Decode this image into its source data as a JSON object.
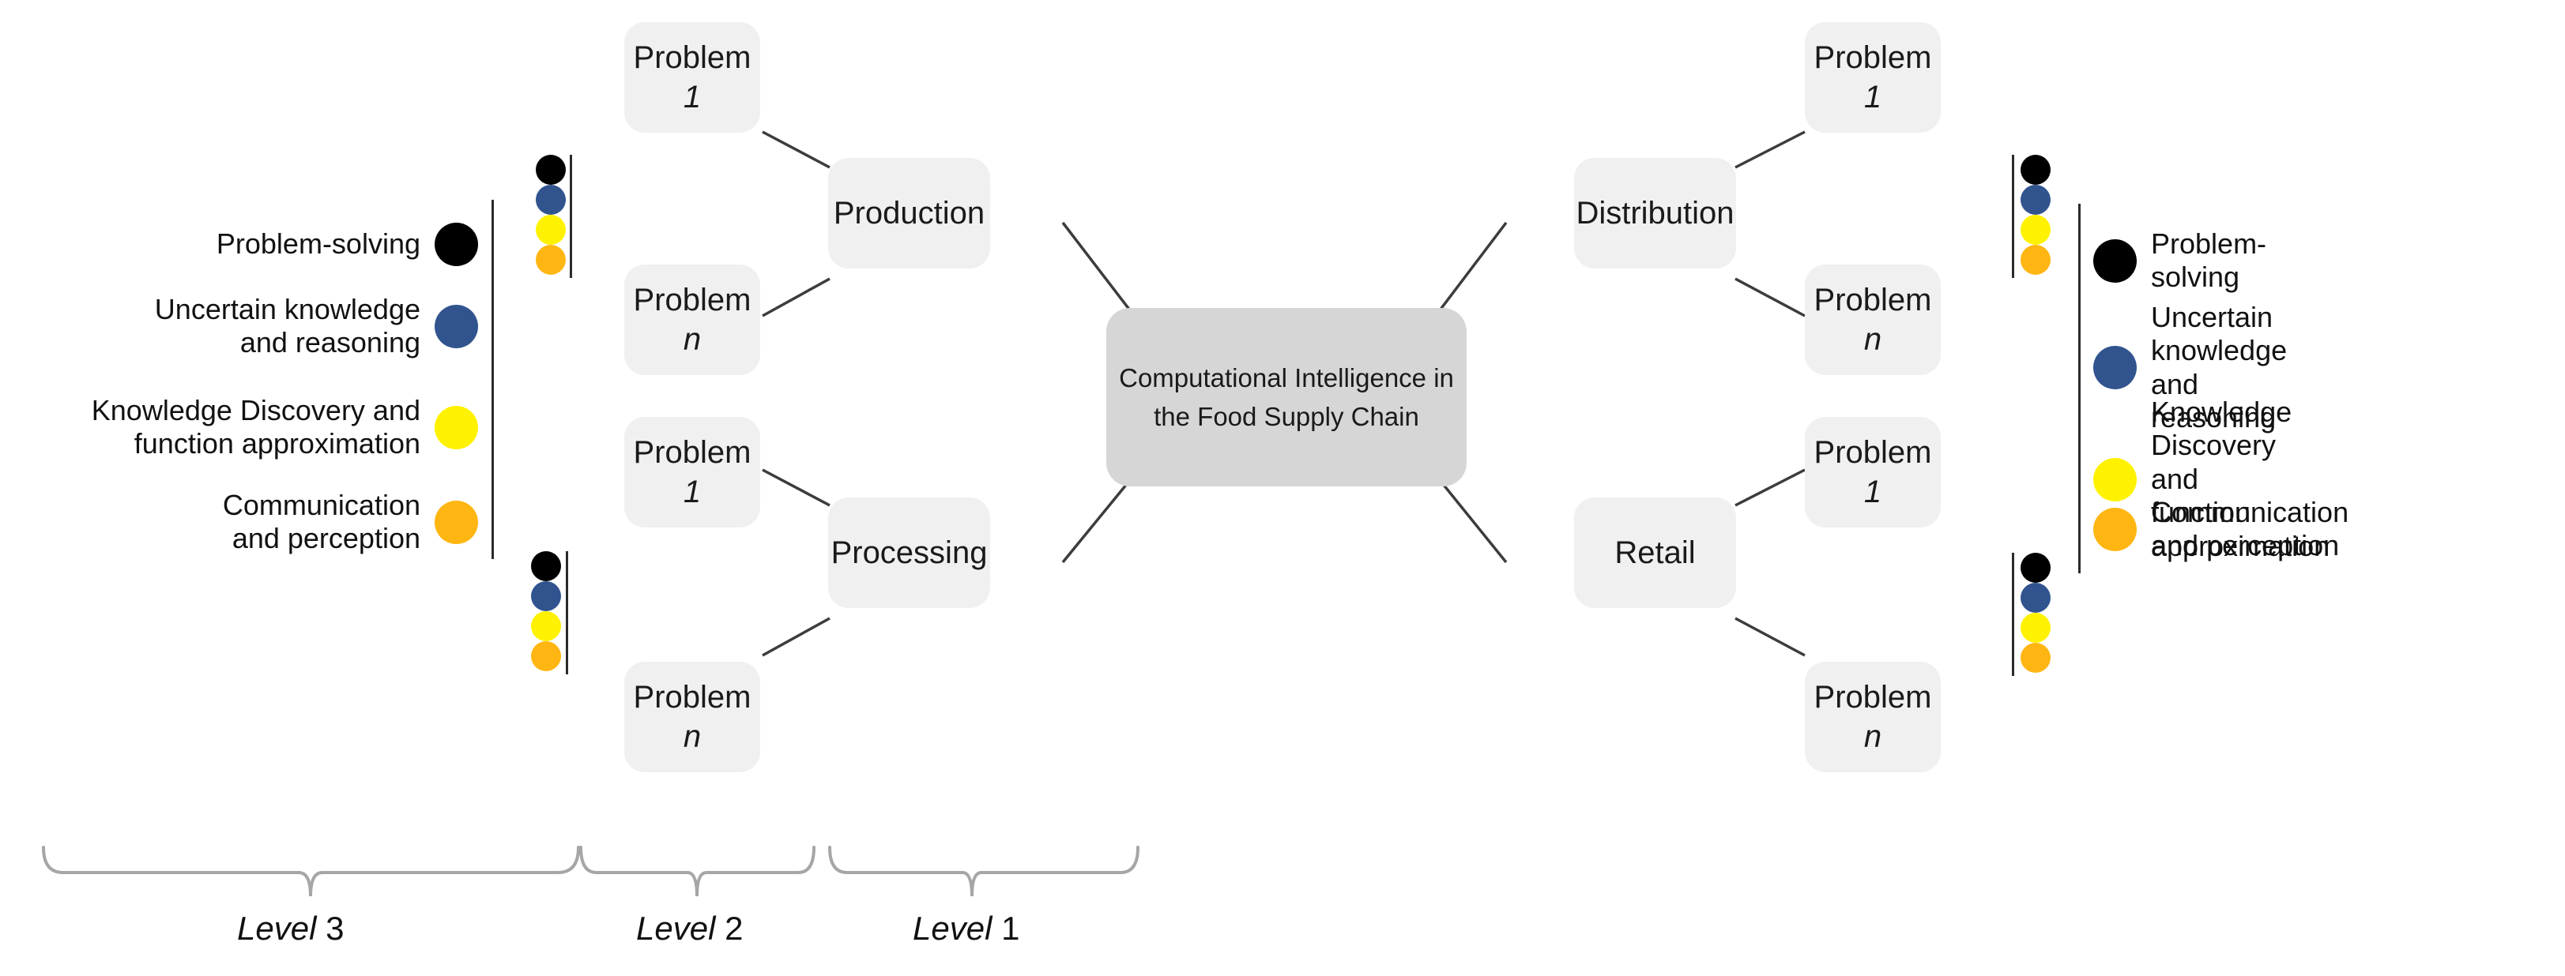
{
  "diagram": {
    "center": {
      "label": "Computational\nIntelligence in the Food\nSupply Chain"
    },
    "stages": [
      {
        "id": "production",
        "label": "Production"
      },
      {
        "id": "processing",
        "label": "Processing"
      },
      {
        "id": "distribution",
        "label": "Distribution"
      },
      {
        "id": "retail",
        "label": "Retail"
      }
    ],
    "problems": [
      {
        "id": "production-problem-1",
        "prefix": "Problem ",
        "index": "1"
      },
      {
        "id": "production-problem-n",
        "prefix": "Problem ",
        "index": "n"
      },
      {
        "id": "processing-problem-1",
        "prefix": "Problem ",
        "index": "1"
      },
      {
        "id": "processing-problem-n",
        "prefix": "Problem ",
        "index": "n"
      },
      {
        "id": "distribution-problem-1",
        "prefix": "Problem ",
        "index": "1"
      },
      {
        "id": "distribution-problem-n",
        "prefix": "Problem ",
        "index": "n"
      },
      {
        "id": "retail-problem-1",
        "prefix": "Problem ",
        "index": "1"
      },
      {
        "id": "retail-problem-n",
        "prefix": "Problem ",
        "index": "n"
      }
    ]
  },
  "legend": {
    "items": [
      {
        "key": "problem-solving",
        "label": "Problem-solving",
        "color": "#000000"
      },
      {
        "key": "uncertain-knowledge",
        "label": "Uncertain knowledge\nand reasoning",
        "color": "#31548F"
      },
      {
        "key": "knowledge-discovery",
        "label": "Knowledge Discovery and\nfunction approximation",
        "color": "#FFF200"
      },
      {
        "key": "communication",
        "label": "Communication\nand perception",
        "color": "#FFB612"
      }
    ]
  },
  "clusters": {
    "dot_colors": [
      "#000000",
      "#31548F",
      "#FFF200",
      "#FFB612"
    ]
  },
  "levels": [
    {
      "id": "level-3",
      "word": "Level ",
      "number": "3"
    },
    {
      "id": "level-2",
      "word": "Level ",
      "number": "2"
    },
    {
      "id": "level-1",
      "word": "Level ",
      "number": "1"
    }
  ],
  "colors": {
    "node_fill": "#F0F0F0",
    "center_fill": "#D6D6D6",
    "connector": "#3c3c3c",
    "bracket": "#A6A6A6",
    "divider": "#2b2b2b"
  }
}
